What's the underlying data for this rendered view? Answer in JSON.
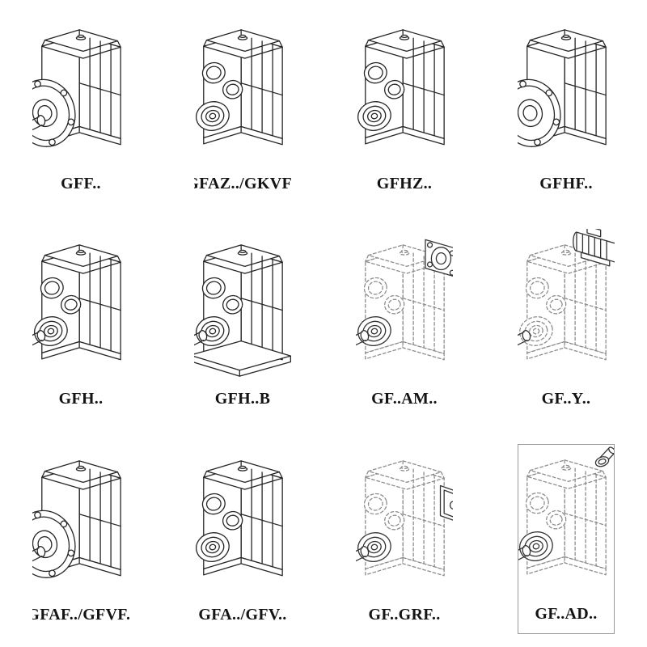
{
  "page": {
    "background": "#ffffff",
    "line_color": "#262626",
    "phantom_line_color": "#8d8d8d"
  },
  "catalog": {
    "items": [
      {
        "label": "GFF..",
        "icon": "gearbox-flange-shaft-drawing",
        "style": "solid"
      },
      {
        "label": "GFAZ../GKVF..",
        "icon": "gearbox-hollow-shaft-drawing",
        "style": "solid"
      },
      {
        "label": "GFHZ..",
        "icon": "gearbox-hollow-shaft-drawing",
        "style": "solid"
      },
      {
        "label": "GFHF..",
        "icon": "gearbox-flange-drawing",
        "style": "solid"
      },
      {
        "label": "GFH..",
        "icon": "gearbox-solid-shaft-drawing",
        "style": "solid"
      },
      {
        "label": "GFH..B",
        "icon": "gearbox-shaft-base-drawing",
        "style": "solid"
      },
      {
        "label": "GF..AM..",
        "icon": "gearbox-iec-adapter-drawing",
        "style": "dashed"
      },
      {
        "label": "GF..Y..",
        "icon": "gearbox-motor-drawing",
        "style": "dashed"
      },
      {
        "label": "GFAF../GFVF..",
        "icon": "gearbox-flange-shaft-drawing",
        "style": "solid"
      },
      {
        "label": "GFA../GFV..",
        "icon": "gearbox-hollow-shaft-drawing",
        "style": "solid"
      },
      {
        "label": "GF..GRF..",
        "icon": "gearbox-cover-drawing",
        "style": "dashed"
      },
      {
        "label": "GF..AD..",
        "icon": "gearbox-input-adapter-drawing",
        "style": "dashed"
      }
    ]
  }
}
